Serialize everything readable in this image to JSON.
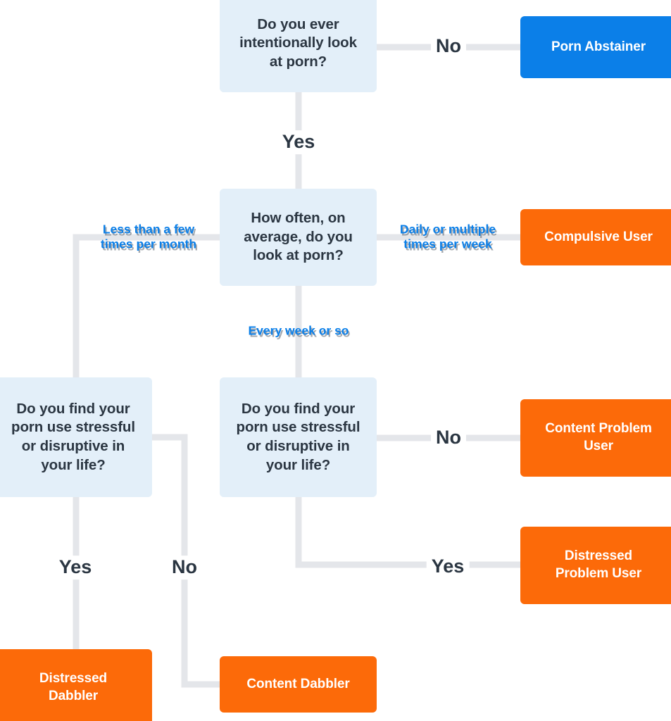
{
  "diagram": {
    "title": "Porn use typology flowchart",
    "colors": {
      "question_bg": "#e3eff9",
      "question_text": "#2b3642",
      "outcome_blue": "#0b7fe8",
      "outcome_orange": "#fc6a09",
      "outcome_text": "#ffffff",
      "edge_line": "#e4e6ea",
      "label_blue": "#0b7fe8",
      "label_dark": "#2b3642",
      "background": "#ffffff"
    },
    "nodes": [
      {
        "id": "q-intentional",
        "label": "Do you ever\nintentionally look\nat porn?"
      },
      {
        "id": "q-how-often",
        "label": "How often, on\naverage, do you\nlook at porn?"
      },
      {
        "id": "q-stress-left",
        "label": "Do you find your\nporn use stressful\nor disruptive in\nyour life?"
      },
      {
        "id": "q-stress-middle",
        "label": "Do you find your\nporn use stressful\nor disruptive in\nyour life?"
      },
      {
        "id": "o-porn-abstainer",
        "label": "Porn Abstainer"
      },
      {
        "id": "o-compulsive-user",
        "label": "Compulsive User"
      },
      {
        "id": "o-content-problem-user",
        "label": "Content Problem\nUser"
      },
      {
        "id": "o-distressed-problem-user",
        "label": "Distressed\nProblem User"
      },
      {
        "id": "o-distressed-dabbler",
        "label": "Distressed\nDabbler"
      },
      {
        "id": "o-content-dabbler",
        "label": "Content Dabbler"
      }
    ],
    "edge_labels": [
      {
        "id": "lbl-no-abstainer",
        "text": "No",
        "style": "yesno"
      },
      {
        "id": "lbl-yes-how-often",
        "text": "Yes",
        "style": "yesno"
      },
      {
        "id": "lbl-less-than-few",
        "text": "Less than a few\ntimes per month",
        "style": "freq"
      },
      {
        "id": "lbl-daily-multiple",
        "text": "Daily or multiple\ntimes per week",
        "style": "freq"
      },
      {
        "id": "lbl-every-week",
        "text": "Every week or so",
        "style": "freq"
      },
      {
        "id": "lbl-no-content-problem",
        "text": "No",
        "style": "yesno"
      },
      {
        "id": "lbl-yes-distressed-problem",
        "text": "Yes",
        "style": "yesno"
      },
      {
        "id": "lbl-yes-distressed-dabbler",
        "text": "Yes",
        "style": "yesno"
      },
      {
        "id": "lbl-no-content-dabbler",
        "text": "No",
        "style": "yesno"
      }
    ]
  }
}
